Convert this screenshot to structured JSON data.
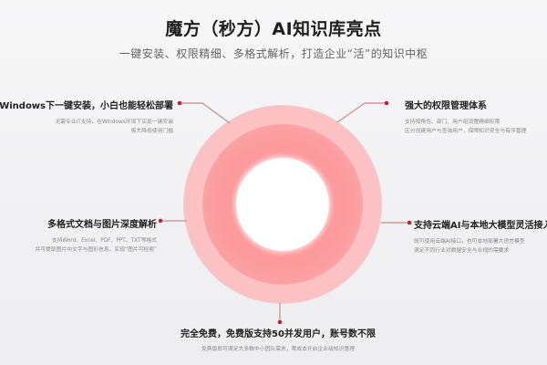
{
  "header": {
    "title": "魔方（秒方）AI知识库亮点",
    "subtitle": "一键安装、权限精细、多格式解析，打造企业“活”的知识中枢"
  },
  "diagram": {
    "type": "radial-highlights",
    "center": {
      "label": ""
    },
    "colors": {
      "outer_ring": "#fcc2c3",
      "middle_ring": "#fb8f93",
      "inner_circle": "#ffffff",
      "connector": "#c97b80",
      "dot": "#c0283a"
    },
    "features": [
      {
        "position": "top-left",
        "title": "Windows下一键安装，小白也能轻松部署",
        "desc_lines": [
          "无需专业IT支持，在Windows环境下实现一键安装",
          "极大降低使用门槛"
        ]
      },
      {
        "position": "top-right",
        "title": "强大的权限管理体系",
        "desc_lines": [
          "支持按角色、部门、用户组设置精细权限",
          "区分创建用户与查询用户，保障知识安全与有序管理"
        ]
      },
      {
        "position": "middle-left",
        "title": "多格式文档与图片深度解析",
        "desc_lines": [
          "支持Word、Excel、PDF、PPT、TXT等格式",
          "并可提取图片中文字与图形信息，实现“图片可检索”"
        ]
      },
      {
        "position": "middle-right",
        "title": "支持云端AI与本地大模型灵活接入",
        "desc_lines": [
          "既可使用云端AI接口，也可本地部署大语言模型",
          "满足不同行业对数据安全与合规的需要求"
        ]
      },
      {
        "position": "bottom",
        "title": "完全免费，免费版支持50并发用户，账号数不限",
        "desc_lines": [
          "免费版即可满足大多数中小团队需求，零成本开启企业级知识管理"
        ]
      }
    ]
  }
}
